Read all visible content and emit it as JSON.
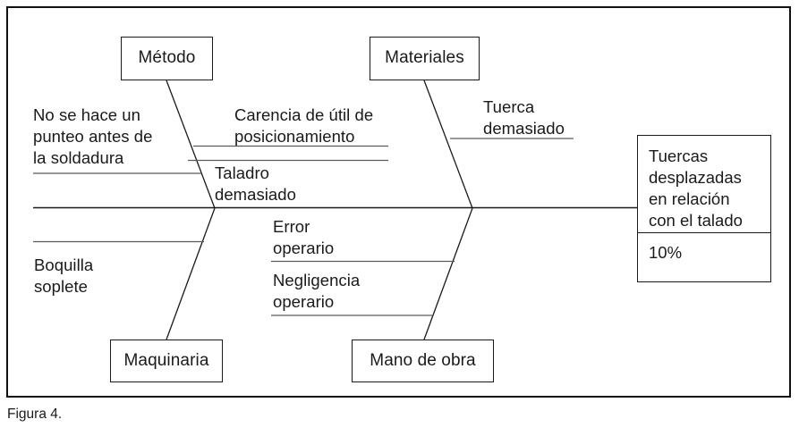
{
  "figure": {
    "caption": "Figura 4.",
    "type": "fishbone-ishikawa-diagram"
  },
  "colors": {
    "frame_border": "#111111",
    "line": "#3a3a3a",
    "spine": "#1a1a1a",
    "text": "#1a1a1a",
    "background": "#ffffff"
  },
  "effect": {
    "title": "Tuercas\ndesplazadas\nen relación\ncon el talado",
    "value": "10%"
  },
  "categories": [
    {
      "id": "metodo",
      "label": "Método",
      "position": "top-left",
      "causes": [
        {
          "id": "no-punteo",
          "text": "No se hace un\npunteo antes de\nla soldadura"
        },
        {
          "id": "carencia-util",
          "text": "Carencia de útil de\nposicionamiento"
        },
        {
          "id": "taladro",
          "text": "Taladro\ndemasiado"
        }
      ]
    },
    {
      "id": "materiales",
      "label": "Materiales",
      "position": "top-right",
      "causes": [
        {
          "id": "tuerca",
          "text": "Tuerca\ndemasiado"
        }
      ]
    },
    {
      "id": "maquinaria",
      "label": "Maquinaria",
      "position": "bottom-left",
      "causes": [
        {
          "id": "boquilla",
          "text": "Boquilla\nsoplete"
        }
      ]
    },
    {
      "id": "mano-de-obra",
      "label": "Mano de obra",
      "position": "bottom-right",
      "causes": [
        {
          "id": "error-operario",
          "text": "Error\noperario"
        },
        {
          "id": "negligencia-operario",
          "text": "Negligencia\noperario"
        }
      ]
    }
  ]
}
